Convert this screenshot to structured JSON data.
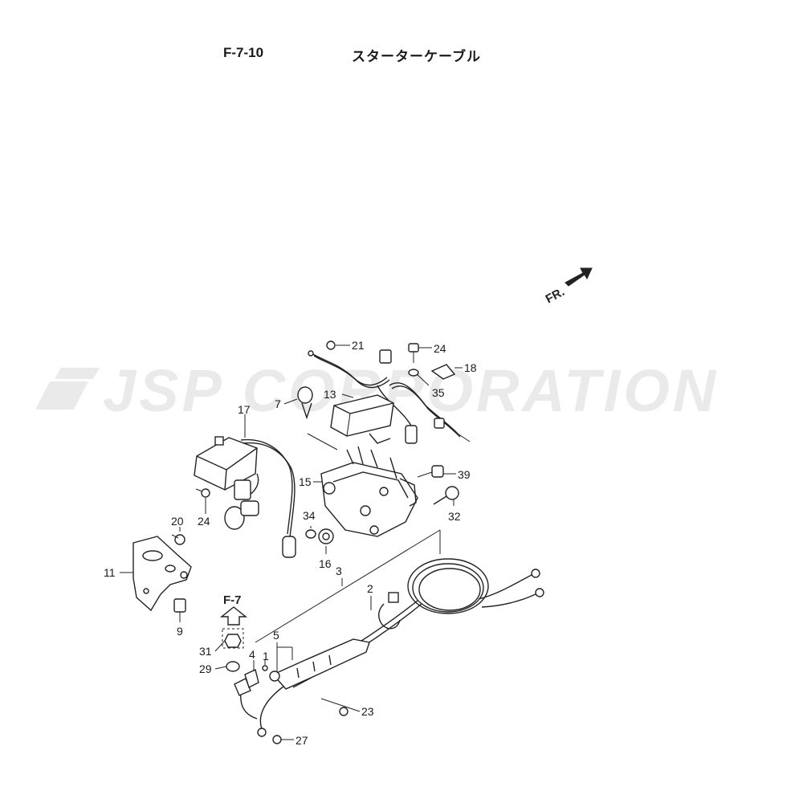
{
  "header": {
    "figure_code": "F-7-10",
    "figure_name": "スターターケーブル"
  },
  "watermark": {
    "text": "JSP CORPORATION",
    "color": "#d9d9d9"
  },
  "orientation": {
    "label": "FR."
  },
  "reference": {
    "label": "F-7"
  },
  "callouts": {
    "c1": "1",
    "c2": "2",
    "c3": "3",
    "c4": "4",
    "c5": "5",
    "c7": "7",
    "c9": "9",
    "c11": "11",
    "c13": "13",
    "c15": "15",
    "c16": "16",
    "c17": "17",
    "c18": "18",
    "c20": "20",
    "c21": "21",
    "c23": "23",
    "c24a": "24",
    "c24b": "24",
    "c27": "27",
    "c29": "29",
    "c31": "31",
    "c32": "32",
    "c34": "34",
    "c35": "35",
    "c39": "39"
  }
}
